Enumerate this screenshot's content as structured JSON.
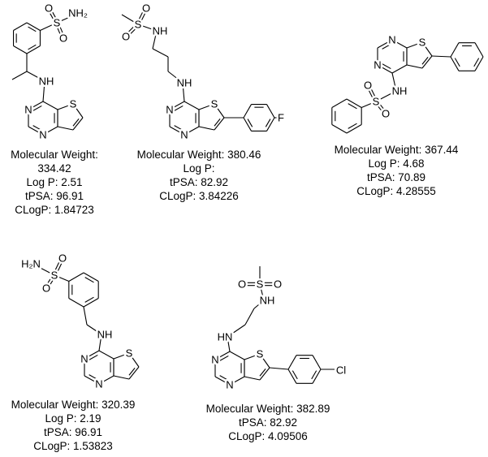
{
  "molecules": [
    {
      "props": [
        "Molecular Weight:",
        "334.42",
        "Log P: 2.51",
        "tPSA: 96.91",
        "CLogP: 1.84723"
      ],
      "atoms": [
        "O",
        "S",
        "NH₂",
        "O",
        "NH",
        "N",
        "N",
        "S"
      ]
    },
    {
      "props": [
        "Molecular Weight: 380.46",
        "Log P:",
        "tPSA: 82.92",
        "CLogP: 3.84226"
      ],
      "atoms": [
        "O",
        "S",
        "O",
        "NH",
        "NH",
        "N",
        "N",
        "S",
        "F"
      ]
    },
    {
      "props": [
        "Molecular Weight: 367.44",
        "Log P: 4.68",
        "tPSA: 70.89",
        "CLogP: 4.28555"
      ],
      "atoms": [
        "N",
        "N",
        "S",
        "NH",
        "O",
        "S",
        "O"
      ]
    },
    {
      "props": [
        "Molecular Weight: 320.39",
        "Log P: 2.19",
        "tPSA: 96.91",
        "CLogP: 1.53823"
      ],
      "atoms": [
        "H₂N",
        "S",
        "O",
        "O",
        "NH",
        "N",
        "N",
        "S"
      ]
    },
    {
      "props": [
        "Molecular Weight: 382.89",
        "tPSA: 82.92",
        "CLogP: 4.09506"
      ],
      "atoms": [
        "S",
        "O",
        "O",
        "NH",
        "HN",
        "N",
        "N",
        "S",
        "Cl"
      ]
    }
  ]
}
